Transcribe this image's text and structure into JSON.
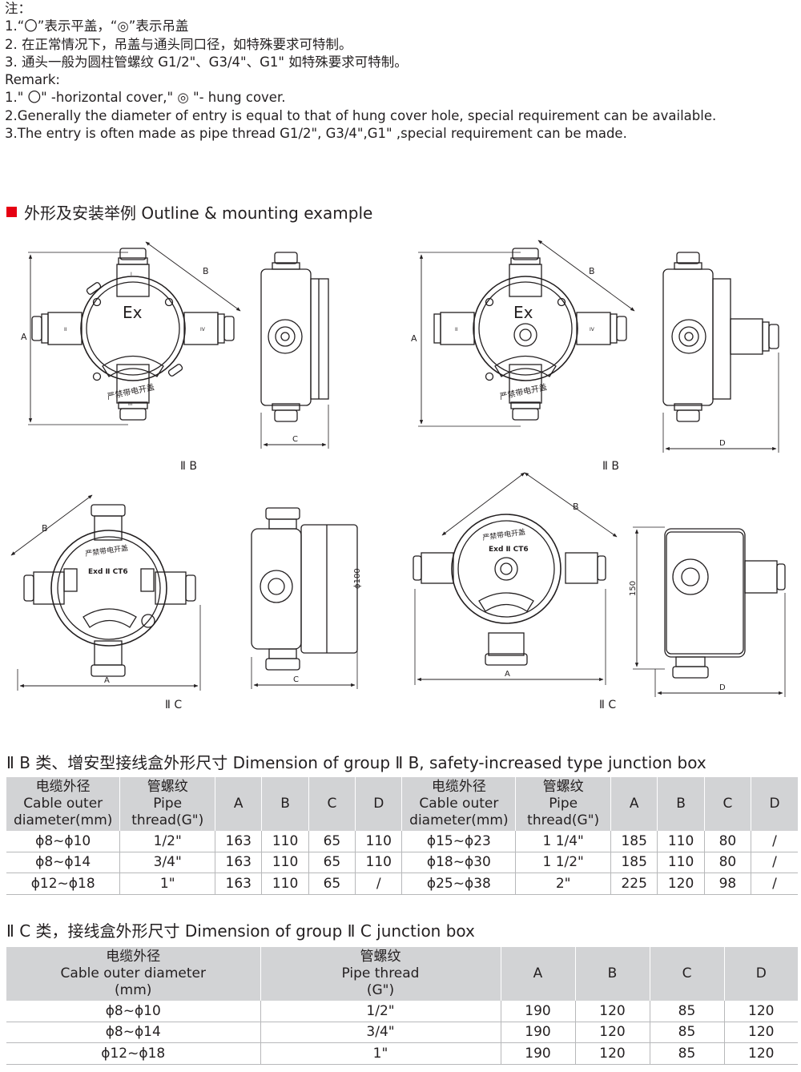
{
  "notes": {
    "lines": [
      "注：",
      "1.“〇”表示平盖，“◎”表示吊盖",
      "2. 在正常情况下，吊盖与通头同口径，如特殊要求可特制。",
      "3. 通头一般为圆柱管螺纹 G1/2\"、G3/4\"、G1\" 如特殊要求可特制。",
      "Remark:",
      "1.\" 〇\" -horizontal cover,\" ◎ \"- hung cover.",
      "2.Generally the diameter of entry is equal to that of hung cover hole, special requirement can be available.",
      "3.The entry is often made as pipe thread G1/2\", G3/4\",G1\" ,special requirement can be made."
    ]
  },
  "section": {
    "title": "外形及安装举例 Outline & mounting example",
    "marker_color": "#e60012"
  },
  "figures": {
    "labels": {
      "ii_b_left": "Ⅱ B",
      "ii_b_right": "Ⅱ B",
      "ii_c_left": "Ⅱ C",
      "ii_c_right": "Ⅱ C"
    },
    "dims": {
      "A": "A",
      "B": "B",
      "C": "C",
      "D": "D",
      "phi100": "ϕ100",
      "h150": "150"
    },
    "marks": {
      "ex": "Ex",
      "warning": "严禁带电开盖",
      "exd": "Exd Ⅱ CT6",
      "port_i": "I",
      "port_ii": "II",
      "port_iii": "III",
      "port_iv": "IV"
    }
  },
  "table_b": {
    "title": "Ⅱ B 类、增安型接线盒外形尺寸    Dimension of group  Ⅱ B, safety-increased type junction box",
    "header": {
      "cable": [
        "电缆外径",
        "Cable outer",
        "diameter(mm)"
      ],
      "pipe": [
        "管螺纹",
        "Pipe",
        "thread(G\")"
      ],
      "a": "A",
      "b": "B",
      "c": "C",
      "d": "D"
    },
    "rows": [
      [
        "ϕ8~ϕ10",
        "1/2\"",
        "163",
        "110",
        "65",
        "110",
        "ϕ15~ϕ23",
        "1 1/4\"",
        "185",
        "110",
        "80",
        "/"
      ],
      [
        "ϕ8~ϕ14",
        "3/4\"",
        "163",
        "110",
        "65",
        "110",
        "ϕ18~ϕ30",
        "1 1/2\"",
        "185",
        "110",
        "80",
        "/"
      ],
      [
        "ϕ12~ϕ18",
        "1\"",
        "163",
        "110",
        "65",
        "/",
        "ϕ25~ϕ38",
        "2\"",
        "225",
        "120",
        "98",
        "/"
      ]
    ]
  },
  "table_c": {
    "title": "Ⅱ C 类，接线盒外形尺寸    Dimension of group  Ⅱ C junction box",
    "header": {
      "cable": [
        "电缆外径",
        "Cable outer diameter",
        "(mm)"
      ],
      "pipe": [
        "管螺纹",
        "Pipe thread",
        "(G\")"
      ],
      "a": "A",
      "b": "B",
      "c": "C",
      "d": "D"
    },
    "rows": [
      [
        "ϕ8~ϕ10",
        "1/2\"",
        "190",
        "120",
        "85",
        "120"
      ],
      [
        "ϕ8~ϕ14",
        "3/4\"",
        "190",
        "120",
        "85",
        "120"
      ],
      [
        "ϕ12~ϕ18",
        "1\"",
        "190",
        "120",
        "85",
        "120"
      ]
    ]
  }
}
